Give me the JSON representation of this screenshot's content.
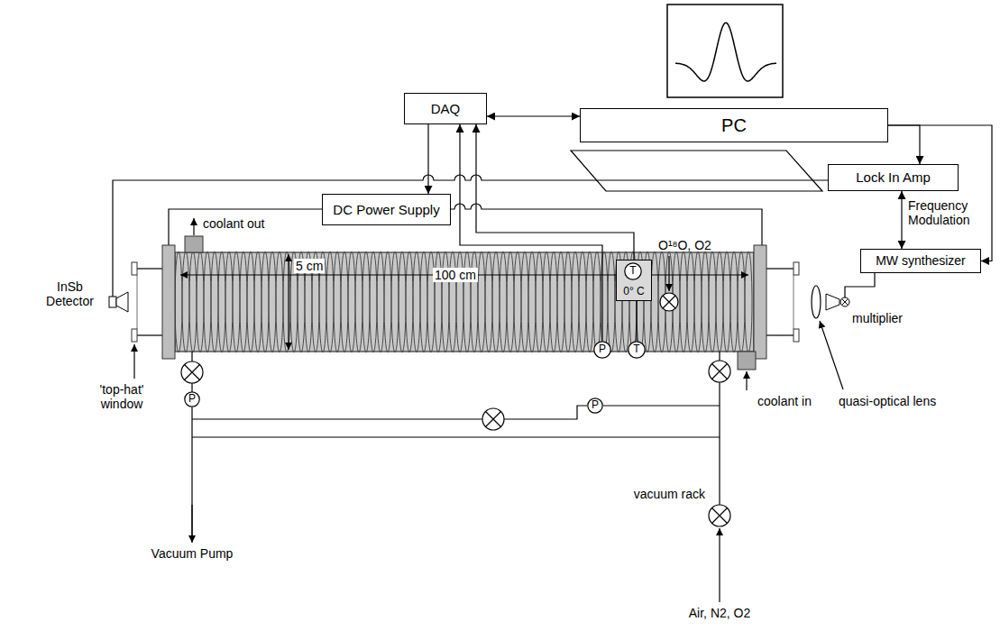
{
  "diagram": {
    "nodes": [
      {
        "text": [
          "DAQ"
        ]
      },
      {
        "text": [
          "PC"
        ]
      },
      {
        "text": [
          "Lock In Amp"
        ]
      },
      {
        "text": [
          "DC Power Supply"
        ]
      },
      {
        "text": [
          "0° C"
        ]
      },
      {
        "text": [
          "T"
        ],
        "in": 4
      },
      {
        "text": [
          "MW synthesizer"
        ]
      },
      {
        "text": [
          "P"
        ]
      },
      {
        "text": [
          "T"
        ]
      },
      {
        "text": [
          "P"
        ]
      },
      {
        "text": [
          "P"
        ]
      }
    ],
    "edges": [
      {
        "from": 0,
        "to": 1,
        "arrow": "both"
      },
      {
        "from": 0,
        "to": 3,
        "arrow": "to"
      },
      {
        "from": 7,
        "to": 0,
        "arrow": "to"
      },
      {
        "from": 4,
        "to": 0,
        "arrow": "to"
      },
      {
        "from": 1,
        "to": 2,
        "arrow": "to"
      },
      {
        "from": 1,
        "to": 6,
        "arrow": "to"
      },
      {
        "from": 2,
        "to": 6,
        "arrow": "both",
        "label": "Frequency Modulation"
      },
      {
        "from": 8,
        "to": 4,
        "arrow": "none"
      }
    ],
    "labels": [
      "coolant out",
      "O¹⁸O, O2",
      "InSb Detector",
      "5 cm",
      "100 cm",
      "'top-hat' window",
      "Vacuum Pump",
      "vacuum rack",
      "Air, N2, O2",
      "coolant in",
      "quasi-optical lens",
      "multiplier"
    ]
  }
}
